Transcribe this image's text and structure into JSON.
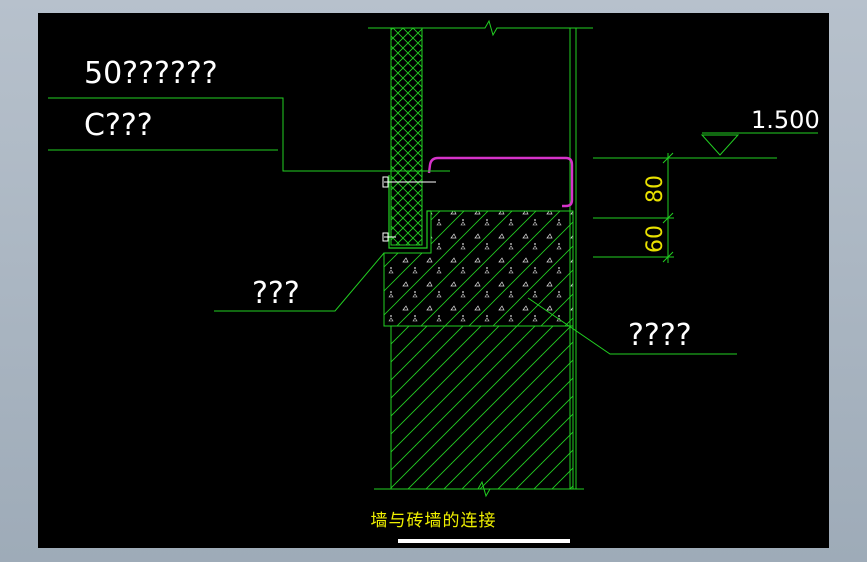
{
  "drawing": {
    "title": "墙与砖墙的连接",
    "labels": {
      "board_spec": "50??????",
      "channel_spec": "C???",
      "left_callout": "???",
      "right_callout": "????",
      "elevation": "1.500",
      "dim_upper": "80",
      "dim_lower": "60"
    },
    "colors": {
      "background": "#000000",
      "lines": "#22d022",
      "channel": "#d633c9",
      "dimension_text": "#e8e000",
      "label_text": "#ffffff",
      "title_text": "#f0f000"
    }
  }
}
